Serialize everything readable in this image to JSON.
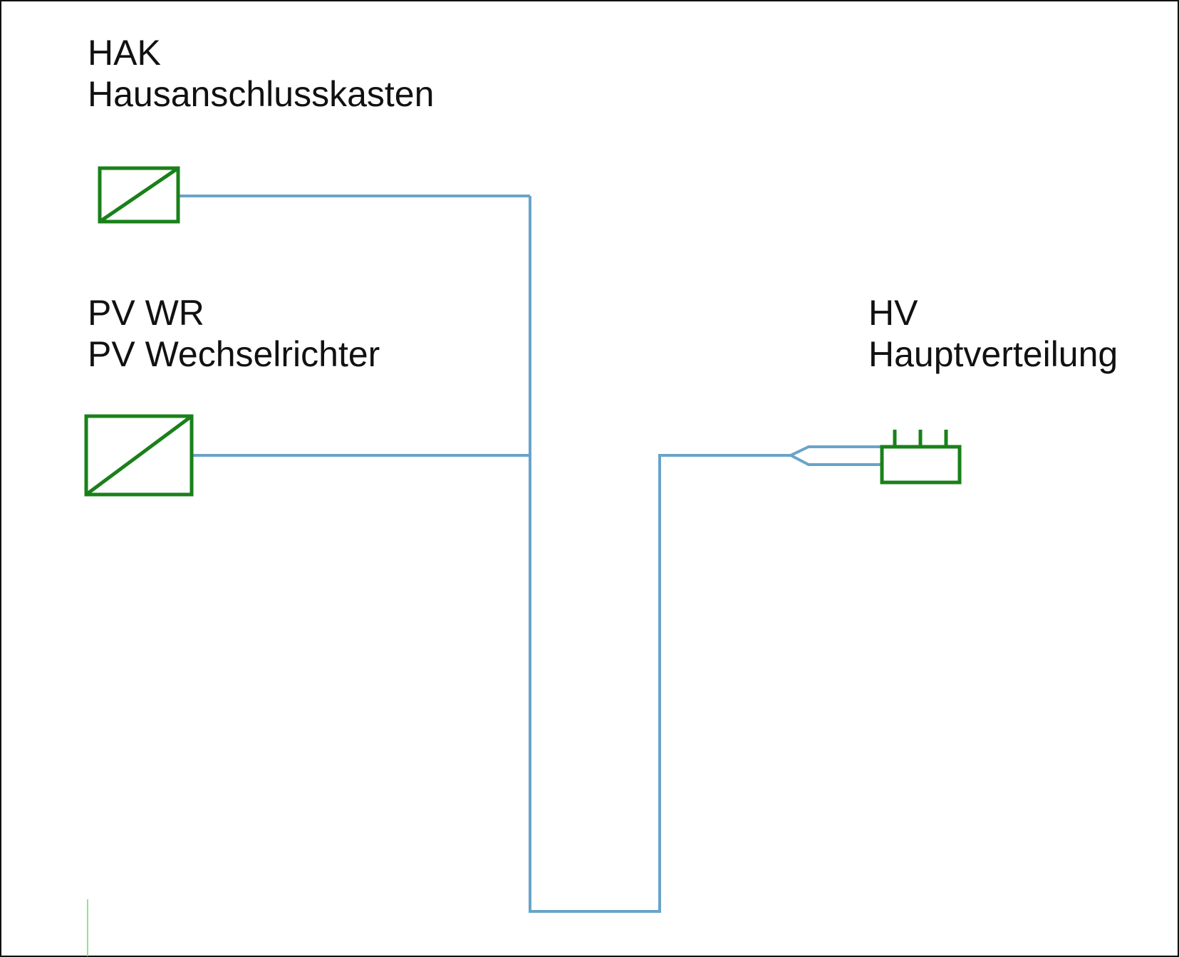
{
  "diagram": {
    "colors": {
      "frame": "#111111",
      "component": "#1a801a",
      "wire": "#6aa3c8",
      "marker": "#66dd66",
      "text": "#111111"
    },
    "components": {
      "hak": {
        "abbr": "HAK",
        "name": "Hausanschlusskasten",
        "icon": "converter-box-icon"
      },
      "pv_wr": {
        "abbr": "PV WR",
        "name": "PV Wechselrichter",
        "icon": "converter-box-icon"
      },
      "hv": {
        "abbr": "HV",
        "name": "Hauptverteilung",
        "icon": "distribution-board-icon"
      }
    }
  }
}
